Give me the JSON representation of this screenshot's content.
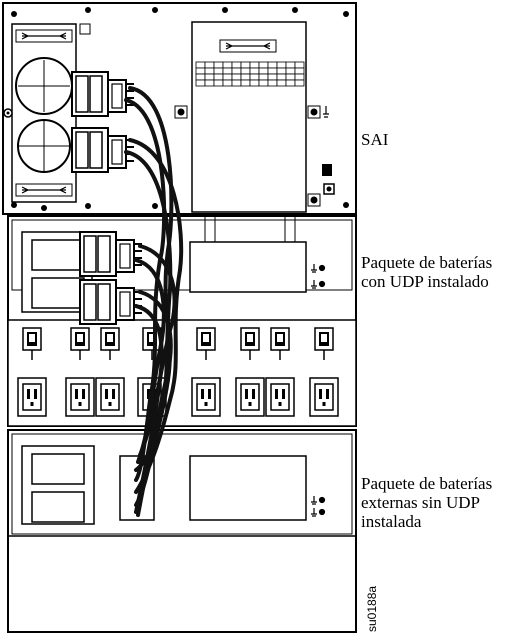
{
  "labels": {
    "sai": "SAI",
    "pack_udp_line1": "Paquete de baterías",
    "pack_udp_line2": "con UDP instalado",
    "pack_ext_line1": "Paquete de baterías",
    "pack_ext_line2": "externas sin UDP",
    "pack_ext_line3": "instalada"
  },
  "figure_code": "su0188a"
}
